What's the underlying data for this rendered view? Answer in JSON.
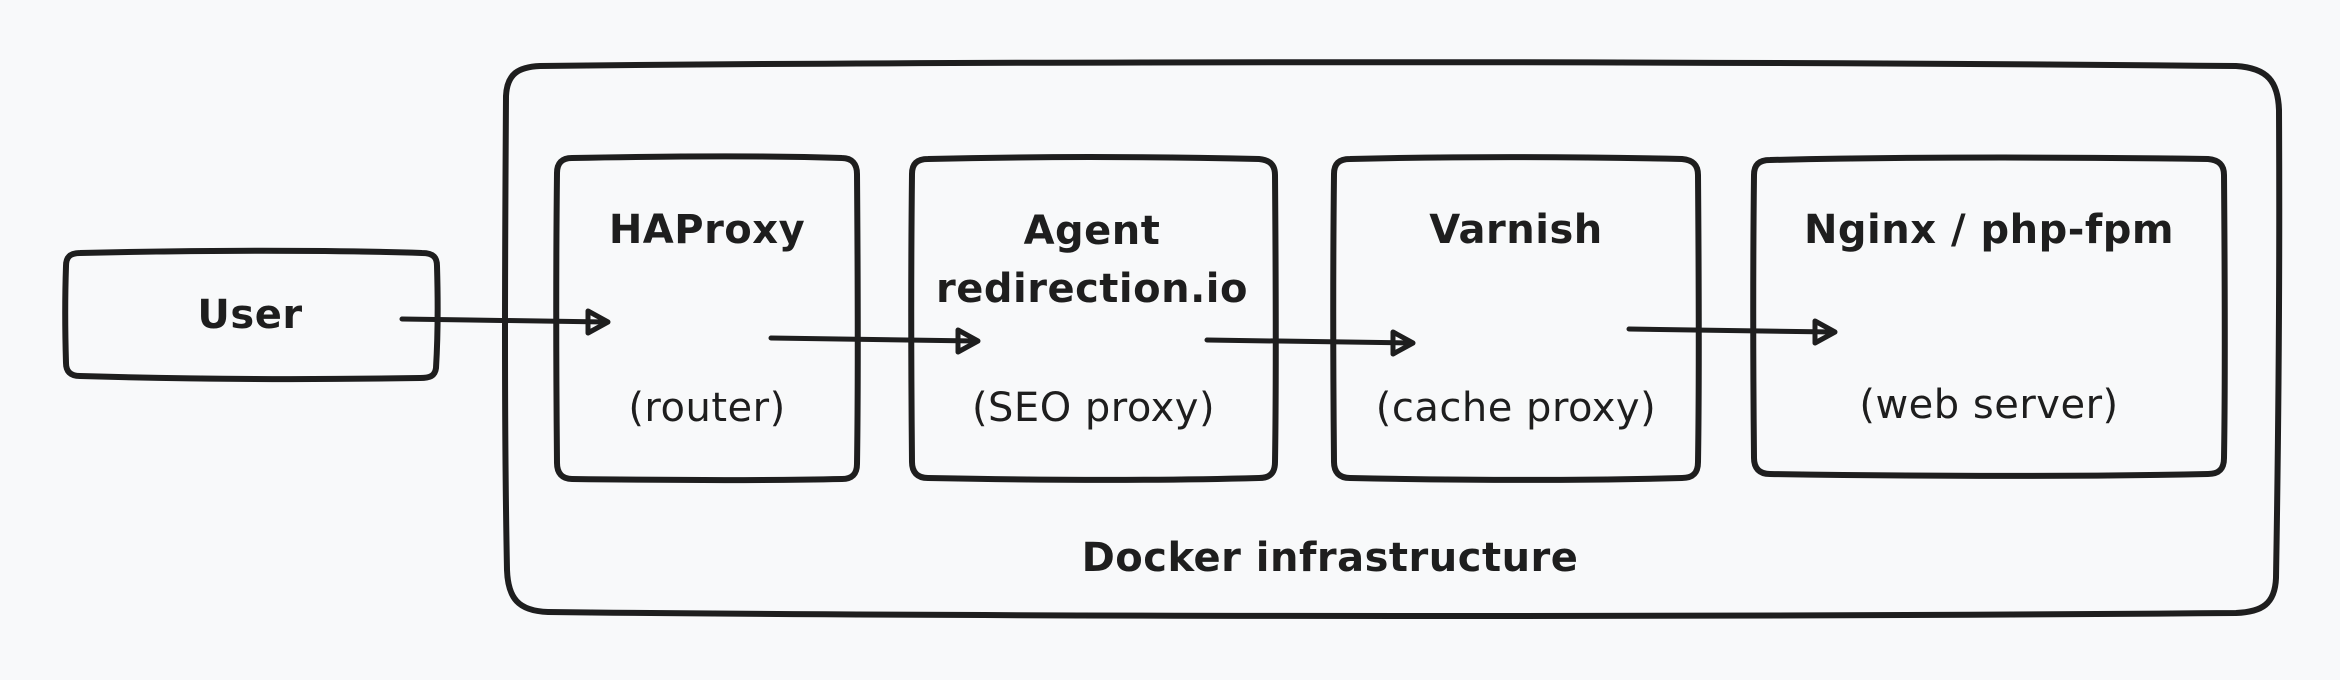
{
  "diagram": {
    "user": {
      "label": "User"
    },
    "container": {
      "label": "Docker infrastructure"
    },
    "services": [
      {
        "name": "HAProxy",
        "role": "(router)"
      },
      {
        "name": "Agent redirection.io",
        "role": "(SEO proxy)"
      },
      {
        "name": "Varnish",
        "role": "(cache proxy)"
      },
      {
        "name": "Nginx / php-fpm",
        "role": "(web server)"
      }
    ],
    "stroke_color": "#1e1e1e",
    "background_color": "#f8f9fa"
  }
}
